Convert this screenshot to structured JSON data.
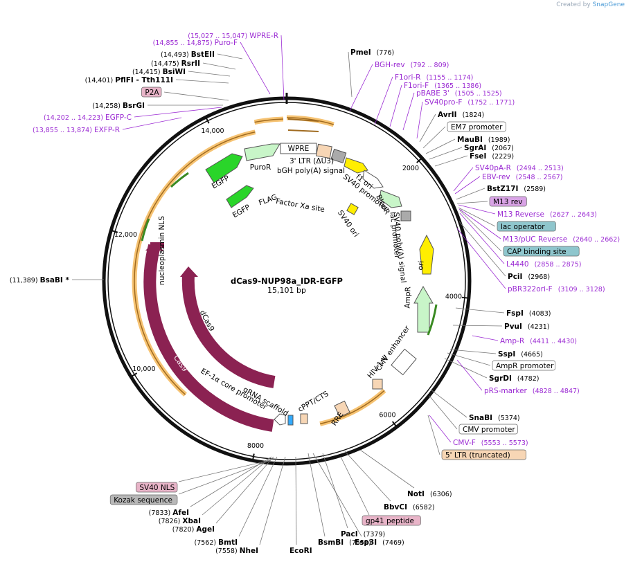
{
  "credit": {
    "prefix": "Created by",
    "brand": "SnapGene"
  },
  "plasmid": {
    "name": "dCas9-NUP98a_IDR-EGFP",
    "length_label": "15,101 bp",
    "length": 15101
  },
  "colors": {
    "primer": "#9b2bd3",
    "backbone": "#111111",
    "cas9": "#8b2252",
    "egfp": "#2ad52a",
    "amp": "#c8f5c8",
    "ori": "#ffee00",
    "ltr": "#f7d6b5",
    "feature_outline": "#888888",
    "orange_arc": "#f5b95a",
    "green_arrow": "#3a8a22"
  },
  "ticks": [
    {
      "pos": 2000,
      "label": "2000"
    },
    {
      "pos": 4000,
      "label": "4000"
    },
    {
      "pos": 6000,
      "label": "6000"
    },
    {
      "pos": 8000,
      "label": "8000"
    },
    {
      "pos": 10000,
      "label": "10,000"
    },
    {
      "pos": 12000,
      "label": "12,000"
    },
    {
      "pos": 14000,
      "label": "14,000"
    }
  ],
  "right_labels": [
    {
      "type": "site",
      "name": "PmeI",
      "coords": "(776)"
    },
    {
      "type": "primer",
      "name": "BGH-rev",
      "coords": "(792 .. 809)"
    },
    {
      "type": "primer",
      "name": "F1ori-R",
      "coords": "(1155 .. 1174)"
    },
    {
      "type": "primer",
      "name": "F1ori-F",
      "coords": "(1365 .. 1386)"
    },
    {
      "type": "primer",
      "name": "pBABE 3'",
      "coords": "(1505 .. 1525)"
    },
    {
      "type": "primer",
      "name": "SV40pro-F",
      "coords": "(1752 .. 1771)"
    },
    {
      "type": "site",
      "name": "AvrII",
      "coords": "(1824)"
    },
    {
      "type": "box",
      "name": "EM7 promoter",
      "fill": "#ffffff"
    },
    {
      "type": "site",
      "name": "MauBI",
      "coords": "(1989)"
    },
    {
      "type": "site",
      "name": "SgrAI",
      "coords": "(2067)"
    },
    {
      "type": "site",
      "name": "FseI",
      "coords": "(2229)"
    },
    {
      "type": "primer",
      "name": "SV40pA-R",
      "coords": "(2494 .. 2513)"
    },
    {
      "type": "primer",
      "name": "EBV-rev",
      "coords": "(2548 .. 2567)"
    },
    {
      "type": "site",
      "name": "BstZ17I",
      "coords": "(2589)"
    },
    {
      "type": "box",
      "name": "M13 rev",
      "fill": "#d9a3e6"
    },
    {
      "type": "primer",
      "name": "M13 Reverse",
      "coords": "(2627 .. 2643)"
    },
    {
      "type": "box",
      "name": "lac operator",
      "fill": "#8fc6cd"
    },
    {
      "type": "primer",
      "name": "M13/pUC Reverse",
      "coords": "(2640 .. 2662)"
    },
    {
      "type": "box",
      "name": "CAP binding site",
      "fill": "#8fc6cd"
    },
    {
      "type": "primer",
      "name": "L4440",
      "coords": "(2858 .. 2875)"
    },
    {
      "type": "site",
      "name": "PciI",
      "coords": "(2968)"
    },
    {
      "type": "primer",
      "name": "pBR322ori-F",
      "coords": "(3109 .. 3128)"
    },
    {
      "type": "site",
      "name": "FspI",
      "coords": "(4083)"
    },
    {
      "type": "site",
      "name": "PvuI",
      "coords": "(4231)"
    },
    {
      "type": "primer",
      "name": "Amp-R",
      "coords": "(4411 .. 4430)"
    },
    {
      "type": "site",
      "name": "SspI",
      "coords": "(4665)"
    },
    {
      "type": "box",
      "name": "AmpR promoter",
      "fill": "#ffffff"
    },
    {
      "type": "site",
      "name": "SgrDI",
      "coords": "(4782)"
    },
    {
      "type": "primer",
      "name": "pRS-marker",
      "coords": "(4828 .. 4847)"
    },
    {
      "type": "site",
      "name": "SnaBI",
      "coords": "(5374)"
    },
    {
      "type": "box",
      "name": "CMV promoter",
      "fill": "#ffffff"
    },
    {
      "type": "primer",
      "name": "CMV-F",
      "coords": "(5553 .. 5573)"
    },
    {
      "type": "box",
      "name": "5' LTR (truncated)",
      "fill": "#f7d6b5"
    }
  ],
  "bottom_labels": [
    {
      "type": "site",
      "name": "NotI",
      "coords": "(6306)"
    },
    {
      "type": "site",
      "name": "BbvCI",
      "coords": "(6582)"
    },
    {
      "type": "box",
      "name": "gp41 peptide",
      "fill": "#e8b4c8"
    },
    {
      "type": "site",
      "name": "PacI",
      "coords": "(7379)"
    },
    {
      "type": "site",
      "name": "BsmBI",
      "coords": "(7552)"
    },
    {
      "type": "site",
      "name": "Esp3I",
      "coords": "(7469)"
    },
    {
      "type": "site",
      "name": "EcoRI",
      "coords": ""
    },
    {
      "type": "site",
      "name": "NheI",
      "coords": "(7558)"
    },
    {
      "type": "site",
      "name": "BmtI",
      "coords": "(7562)"
    },
    {
      "type": "site",
      "name": "AgeI",
      "coords": "(7820)"
    },
    {
      "type": "site",
      "name": "XbaI",
      "coords": "(7826)"
    },
    {
      "type": "site",
      "name": "AfeI",
      "coords": "(7833)"
    },
    {
      "type": "box",
      "name": "Kozak sequence",
      "fill": "#b8b8b8"
    },
    {
      "type": "box",
      "name": "SV40 NLS",
      "fill": "#e8b4c8"
    }
  ],
  "left_labels": [
    {
      "type": "site",
      "name": "BsaBI",
      "suffix": "*",
      "coords": "(11,389)"
    },
    {
      "type": "primer",
      "name": "EXFP-R",
      "coords": "(13,855 .. 13,874)"
    },
    {
      "type": "primer",
      "name": "EGFP-C",
      "coords": "(14,202 .. 14,223)"
    },
    {
      "type": "site",
      "name": "BsrGI",
      "coords": "(14,258)"
    },
    {
      "type": "box",
      "name": "P2A",
      "fill": "#e8b4c8"
    },
    {
      "type": "site",
      "name": "PflFI",
      "extra": "- Tth111I",
      "coords": "(14,401)"
    },
    {
      "type": "site",
      "name": "BsiWI",
      "coords": "(14,415)"
    },
    {
      "type": "site",
      "name": "RsrII",
      "coords": "(14,475)"
    },
    {
      "type": "site",
      "name": "BstEII",
      "coords": "(14,493)"
    },
    {
      "type": "primer",
      "name": "Puro-F",
      "coords": "(14,855 .. 14,875)"
    },
    {
      "type": "primer",
      "name": "WPRE-R",
      "coords": "(15,027 .. 15,047)"
    }
  ],
  "features": [
    {
      "name": "WPRE"
    },
    {
      "name": "3' LTR (ΔU3)"
    },
    {
      "name": "bGH poly(A) signal"
    },
    {
      "name": "f1 ori"
    },
    {
      "name": "SV40 promoter"
    },
    {
      "name": "BleoR"
    },
    {
      "name": "SV40 ori"
    },
    {
      "name": "lac promoter"
    },
    {
      "name": "SV40 poly(A) signal"
    },
    {
      "name": "ori"
    },
    {
      "name": "AmpR"
    },
    {
      "name": "CMV enhancer"
    },
    {
      "name": "HIV-1 Ψ"
    },
    {
      "name": "RRE"
    },
    {
      "name": "cPPT/CTS"
    },
    {
      "name": "gRNA scaffold"
    },
    {
      "name": "EF-1α core promoter"
    },
    {
      "name": "Cas9"
    },
    {
      "name": "dCas9"
    },
    {
      "name": "nucleoplasmin NLS"
    },
    {
      "name": "EGFP"
    },
    {
      "name": "EGFP"
    },
    {
      "name": "FLAG"
    },
    {
      "name": "Factor Xa site"
    },
    {
      "name": "PuroR"
    }
  ]
}
